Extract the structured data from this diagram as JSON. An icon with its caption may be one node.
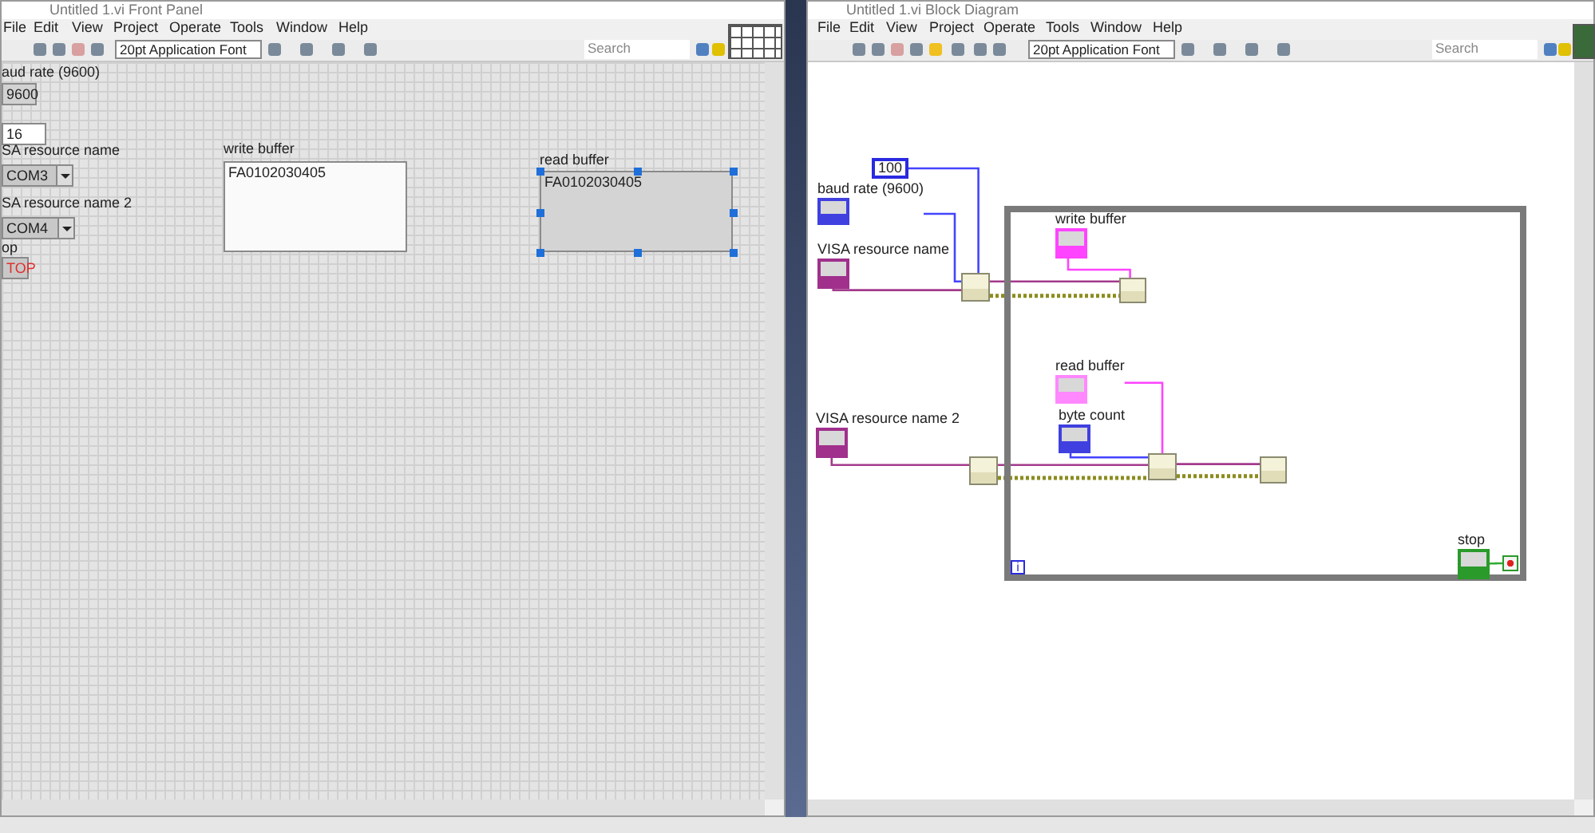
{
  "diagram": {
    "nodes": [
      {
        "text": [
          "Untitled 1.vi Front Panel"
        ]
      },
      {
        "text": [
          "Untitled 1.vi Block Diagram"
        ]
      },
      {
        "text": [
          "aud rate (9600)",
          "9600"
        ],
        "in": 0
      },
      {
        "text": [
          "16"
        ],
        "in": 0
      },
      {
        "text": [
          "SA resource name",
          "COM3"
        ],
        "in": 0
      },
      {
        "text": [
          "write buffer",
          "FA0102030405"
        ],
        "in": 0
      },
      {
        "text": [
          "read buffer",
          "FA0102030405"
        ],
        "in": 0
      },
      {
        "text": [
          "SA resource name 2",
          "COM4"
        ],
        "in": 0
      },
      {
        "text": [
          "op",
          "TOP"
        ],
        "in": 0
      },
      {
        "text": [
          "100"
        ],
        "in": 1
      },
      {
        "text": [
          "baud rate (9600)"
        ],
        "in": 1
      },
      {
        "text": [],
        "shape": "box",
        "in": 1
      },
      {
        "text": [
          "write buffer"
        ],
        "in": 11
      },
      {
        "text": [
          "VISA resource name"
        ],
        "in": 1
      },
      {
        "text": [],
        "shape": "box",
        "in": 1
      },
      {
        "text": [],
        "shape": "box",
        "in": 11
      },
      {
        "text": [
          "read buffer"
        ],
        "in": 11
      },
      {
        "text": [
          "byte count"
        ],
        "in": 11
      },
      {
        "text": [
          "VISA resource name 2"
        ],
        "in": 1
      },
      {
        "text": [],
        "shape": "box",
        "in": 1
      },
      {
        "text": [],
        "shape": "box",
        "in": 11
      },
      {
        "text": [],
        "shape": "box",
        "in": 11
      },
      {
        "text": [
          "stop"
        ],
        "in": 11
      },
      {
        "text": [],
        "shape": "box",
        "in": 11
      },
      {
        "text": [
          "i"
        ],
        "in": 11
      }
    ],
    "edges": [
      {
        "from": 9,
        "to": 14,
        "arrow": "none",
        "color": "#4444ff"
      },
      {
        "from": 10,
        "to": 14,
        "arrow": "none",
        "color": "#4444ff"
      },
      {
        "from": 13,
        "to": 14,
        "arrow": "none",
        "color": "#a33a8c"
      },
      {
        "from": 14,
        "to": 15,
        "arrow": "none",
        "color": "#a33a8c"
      },
      {
        "from": 14,
        "to": 15,
        "arrow": "none",
        "style": "dashed",
        "color": "#8c8c1e"
      },
      {
        "from": 12,
        "to": 15,
        "arrow": "none",
        "color": "#ff44ff"
      },
      {
        "from": 18,
        "to": 19,
        "arrow": "none",
        "color": "#a33a8c"
      },
      {
        "from": 19,
        "to": 20,
        "arrow": "none",
        "color": "#a33a8c"
      },
      {
        "from": 19,
        "to": 20,
        "arrow": "none",
        "style": "dashed",
        "color": "#8c8c1e"
      },
      {
        "from": 20,
        "to": 16,
        "arrow": "none",
        "color": "#ff44ff"
      },
      {
        "from": 17,
        "to": 20,
        "arrow": "none",
        "color": "#4444ff"
      },
      {
        "from": 20,
        "to": 21,
        "arrow": "none",
        "color": "#a33a8c"
      },
      {
        "from": 20,
        "to": 21,
        "arrow": "none",
        "style": "dashed",
        "color": "#8c8c1e"
      },
      {
        "from": 22,
        "to": 23,
        "arrow": "none",
        "color": "#33aa33"
      }
    ],
    "labels": [
      "File",
      "Edit",
      "View",
      "Project",
      "Operate",
      "Tools",
      "Window",
      "Help",
      "20pt Application Font",
      "Search",
      "File",
      "Edit",
      "View",
      "Project",
      "Operate",
      "Tools",
      "Window",
      "Help",
      "20pt Application Font",
      "Search"
    ]
  }
}
